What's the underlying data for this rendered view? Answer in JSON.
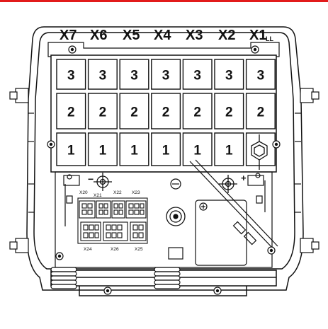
{
  "header": {
    "columns": [
      "X7",
      "X6",
      "X5",
      "X4",
      "X3",
      "X2",
      "X1"
    ],
    "x1_suffix": "LL"
  },
  "grid": {
    "rows": [
      [
        "3",
        "3",
        "3",
        "3",
        "3",
        "3",
        "3"
      ],
      [
        "2",
        "2",
        "2",
        "2",
        "2",
        "2",
        "2"
      ],
      [
        "1",
        "1",
        "1",
        "1",
        "1",
        "1",
        ""
      ]
    ]
  },
  "connectors": {
    "x20": "X20",
    "x21": "X21",
    "x22": "X22",
    "x23": "X23",
    "x24": "X24",
    "x25": "X25",
    "x26": "X26"
  },
  "symbols": {
    "minus": "−",
    "plus": "+"
  },
  "colors": {
    "accent_line": "#e21b1b",
    "line": "#111111",
    "background": "#ffffff"
  }
}
